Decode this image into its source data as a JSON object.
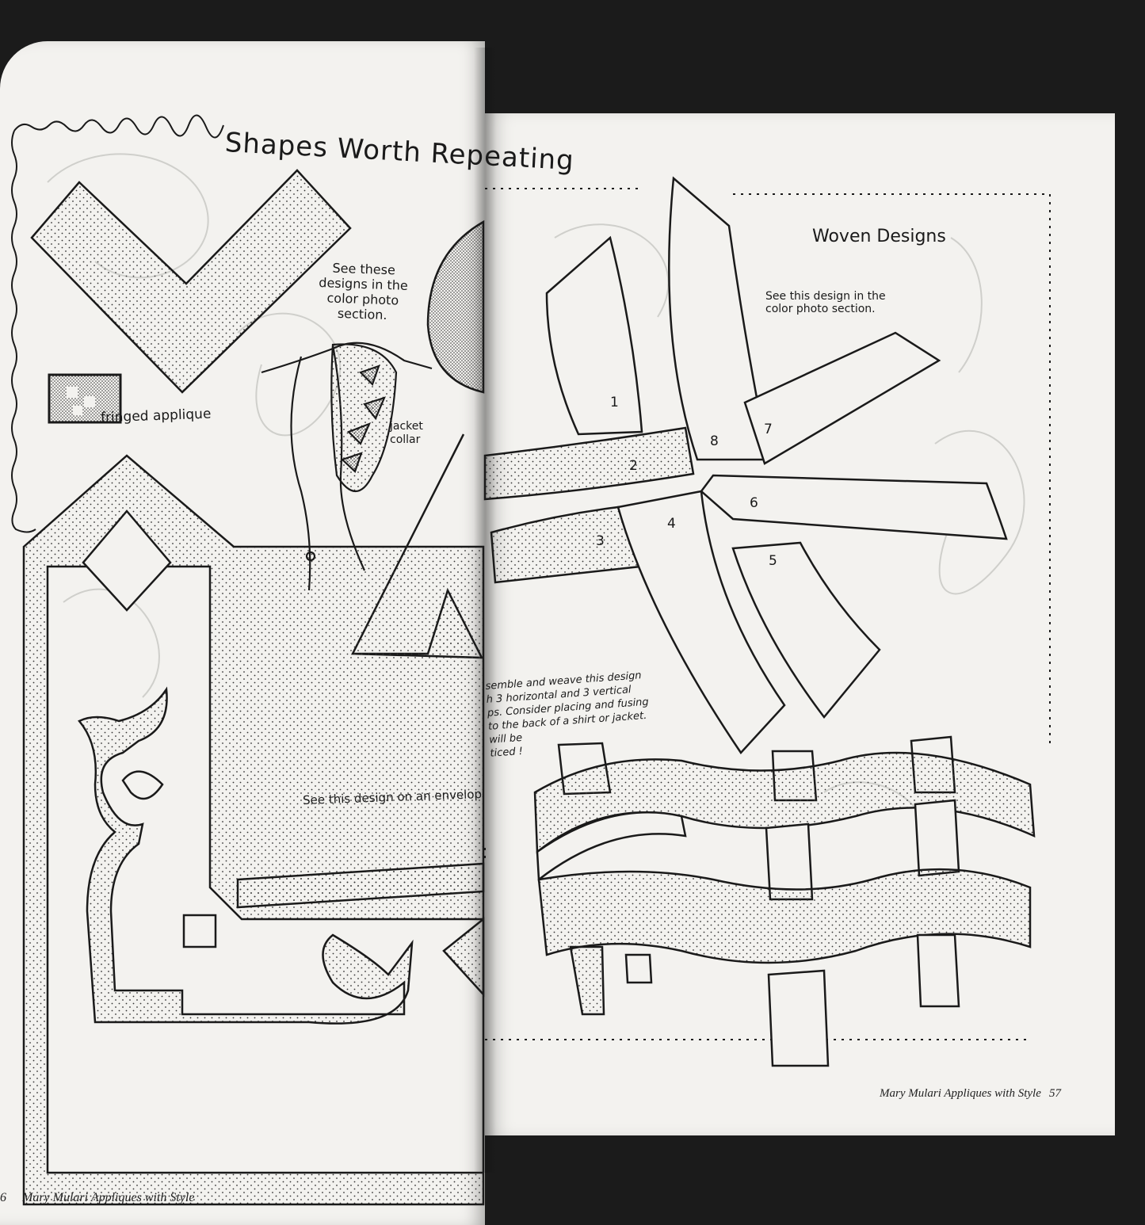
{
  "left_page": {
    "title": "Shapes Worth Repeating",
    "note_color_photos": "See these\ndesigns in the\ncolor photo\nsection.",
    "label_fringed": "fringed applique",
    "label_jacket_collar": "jacket\ncollar",
    "note_pillow": "See this design on an envelope-style\npillow cover in the color photo section.",
    "footer_page_number": "6",
    "footer_text": "Mary Mulari Appliques with Style"
  },
  "right_page": {
    "title": "Woven Designs",
    "note_color_photo": "See this design in the\ncolor photo section.",
    "piece_numbers": [
      "1",
      "2",
      "3",
      "4",
      "5",
      "6",
      "7",
      "8"
    ],
    "note_assemble": "semble and weave this design\nh 3 horizontal and 3 vertical\nps. Consider placing and fusing\nto the back of a shirt or jacket.\nwill be\nticed !",
    "footer_text": "Mary Mulari Appliques with Style",
    "footer_page_number": "57"
  },
  "colors": {
    "background": "#1b1b1b",
    "paper": "#f3f2ef",
    "ink": "#1a1a1a"
  }
}
